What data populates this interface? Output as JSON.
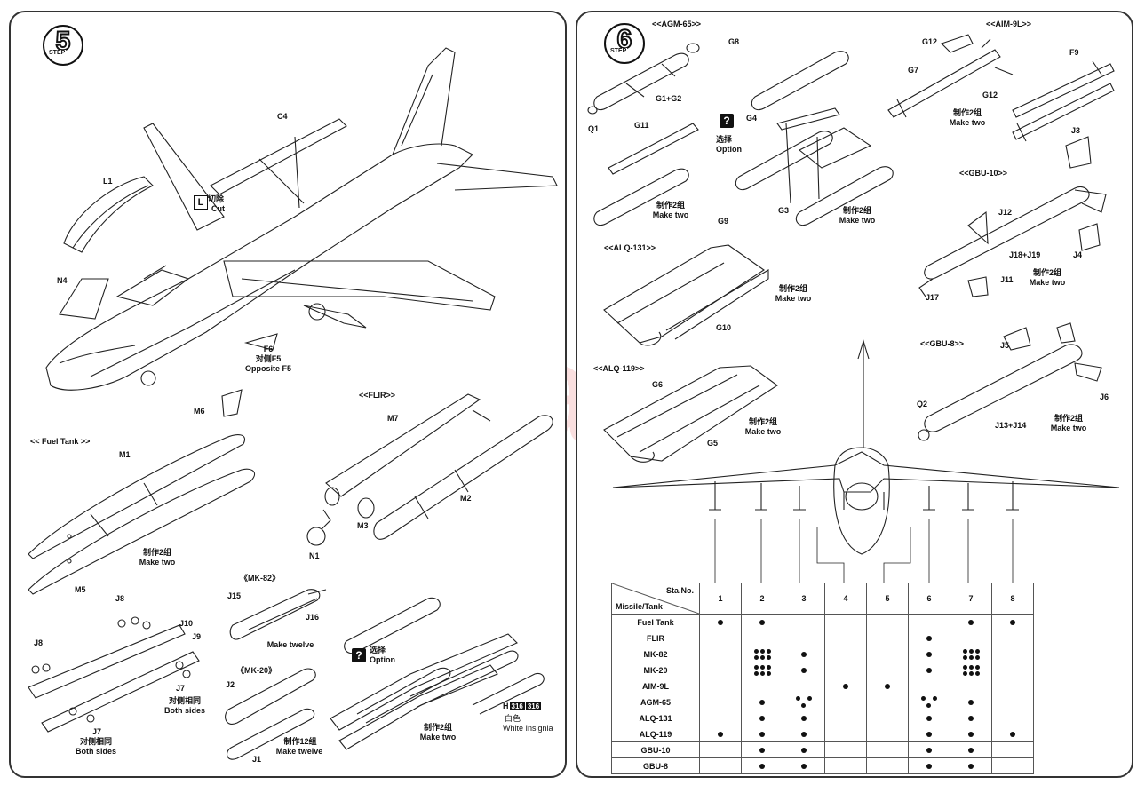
{
  "watermark": "modelartikl.cz",
  "left_panel": {
    "step": {
      "number": "5",
      "label": "STEP"
    },
    "cut": {
      "icon_text": "L",
      "zh": "切除",
      "en": "Cut"
    },
    "parts": {
      "L1": "L1",
      "N4": "N4",
      "C4": "C4",
      "F6": "F6",
      "M6": "M6",
      "M1": "M1",
      "M5": "M5",
      "M7": "M7",
      "M3": "M3",
      "M2": "M2",
      "N1": "N1",
      "J8a": "J8",
      "J8b": "J8",
      "J10": "J10",
      "J9": "J9",
      "J7a": "J7",
      "J7b": "J7",
      "J15": "J15",
      "J16": "J16",
      "J2": "J2",
      "J1": "J1"
    },
    "f6_note": {
      "zh": "对侧F5",
      "en": "Opposite F5"
    },
    "fuel_tank_title": "<< Fuel Tank >>",
    "flir_title": "<<FLIR>>",
    "fuel_make": {
      "zh": "制作2组",
      "en": "Make two"
    },
    "pylon_both_right": {
      "zh": "对侧相同",
      "en": "Both sides"
    },
    "pylon_both_left": {
      "zh": "对侧相同",
      "en": "Both sides"
    },
    "mk82_title": "《MK-82》",
    "mk82_make": "Make twelve",
    "mk20_title": "《MK-20》",
    "mk20_make": {
      "zh": "制作12组",
      "en": "Make twelve"
    },
    "option": {
      "icon_text": "?",
      "zh": "选择",
      "en": "Option"
    },
    "rack_make": {
      "zh": "制作2组",
      "en": "Make two"
    },
    "insignia": {
      "letter": "H",
      "code1": "316",
      "code2": "316",
      "zh": "白色",
      "en": "White Insignia"
    }
  },
  "right_panel": {
    "step": {
      "number": "6",
      "label": "STEP"
    },
    "agm65_title": "<<AGM-65>>",
    "aim9l_title": "<<AIM-9L>>",
    "alq131_title": "<<ALQ-131>>",
    "alq119_title": "<<ALQ-119>>",
    "gbu10_title": "<<GBU-10>>",
    "gbu8_title": "<<GBU-8>>",
    "parts": {
      "G8": "G8",
      "G1G2": "G1+G2",
      "Q1": "Q1",
      "G11": "G11",
      "G4": "G4",
      "G3": "G3",
      "G12a": "G12",
      "G12b": "G12",
      "G7": "G7",
      "F9": "F9",
      "J3": "J3",
      "J12": "J12",
      "J18J19": "J18+J19",
      "J4": "J4",
      "J11": "J11",
      "J17": "J17",
      "G9": "G9",
      "G10": "G10",
      "G6": "G6",
      "G5": "G5",
      "J5": "J5",
      "Q2": "Q2",
      "J13J14": "J13+J14",
      "J6": "J6"
    },
    "option": {
      "icon_text": "?",
      "zh": "选择",
      "en": "Option"
    },
    "make_agm_a": {
      "zh": "制作2组",
      "en": "Make two"
    },
    "make_agm_b": {
      "zh": "制作2组",
      "en": "Make two"
    },
    "make_aim": {
      "zh": "制作2组",
      "en": "Make two"
    },
    "make_gbu10": {
      "zh": "制作2组",
      "en": "Make two"
    },
    "make_alq131": {
      "zh": "制作2组",
      "en": "Make two"
    },
    "make_alq119": {
      "zh": "制作2组",
      "en": "Make two"
    },
    "make_gbu8": {
      "zh": "制作2组",
      "en": "Make two"
    },
    "table": {
      "header_top": "Sta.No.",
      "header_bottom": "Missile/Tank",
      "stations": [
        "1",
        "2",
        "3",
        "4",
        "5",
        "6",
        "7",
        "8"
      ],
      "rows": [
        {
          "name": "Fuel Tank",
          "cells": [
            "dot",
            "dot",
            "",
            "",
            "",
            "",
            "dot",
            "dot"
          ]
        },
        {
          "name": "FLIR",
          "cells": [
            "",
            "",
            "",
            "",
            "",
            "dot",
            "",
            ""
          ]
        },
        {
          "name": "MK-82",
          "cells": [
            "",
            "six",
            "dot",
            "",
            "",
            "dot",
            "six",
            ""
          ]
        },
        {
          "name": "MK-20",
          "cells": [
            "",
            "six",
            "dot",
            "",
            "",
            "dot",
            "six",
            ""
          ]
        },
        {
          "name": "AIM-9L",
          "cells": [
            "",
            "",
            "",
            "dot",
            "dot",
            "",
            "",
            ""
          ]
        },
        {
          "name": "AGM-65",
          "cells": [
            "",
            "dot",
            "three",
            "",
            "",
            "three",
            "dot",
            ""
          ]
        },
        {
          "name": "ALQ-131",
          "cells": [
            "",
            "dot",
            "dot",
            "",
            "",
            "dot",
            "dot",
            ""
          ]
        },
        {
          "name": "ALQ-119",
          "cells": [
            "dot",
            "dot",
            "dot",
            "",
            "",
            "dot",
            "dot",
            "dot"
          ]
        },
        {
          "name": "GBU-10",
          "cells": [
            "",
            "dot",
            "dot",
            "",
            "",
            "dot",
            "dot",
            ""
          ]
        },
        {
          "name": "GBU-8",
          "cells": [
            "",
            "dot",
            "dot",
            "",
            "",
            "dot",
            "dot",
            ""
          ]
        }
      ]
    }
  }
}
